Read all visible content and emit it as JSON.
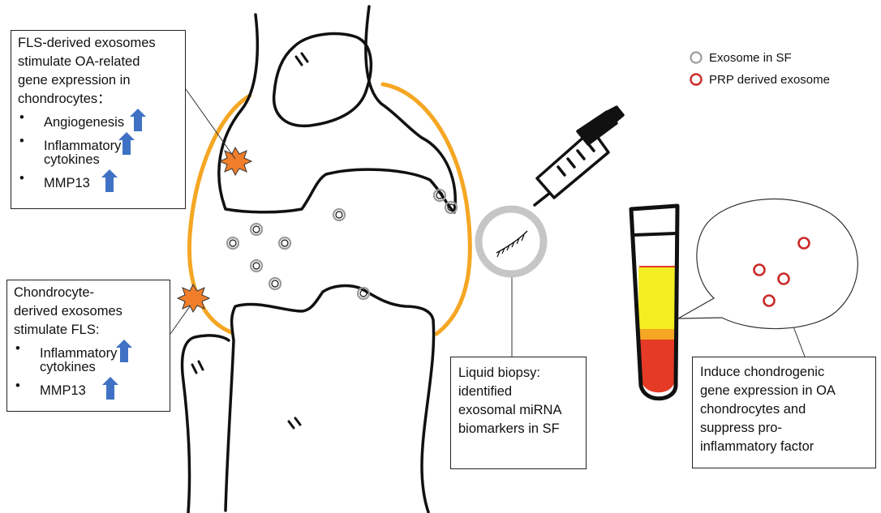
{
  "legend": [
    {
      "label": "Exosome in SF",
      "color": "#9a9a9a"
    },
    {
      "label": "PRP derived exosome",
      "color": "#cc2a2a"
    }
  ],
  "boxes": {
    "fls": {
      "title_lines": [
        "FLS-derived exosomes",
        "stimulate OA-related",
        "gene expression in",
        "chondrocytes："
      ],
      "items": [
        {
          "lines": [
            "Angiogenesis"
          ]
        },
        {
          "lines": [
            "Inflammatory",
            "cytokines"
          ]
        },
        {
          "lines": [
            "MMP13"
          ]
        }
      ]
    },
    "chondro": {
      "title_lines": [
        "Chondrocyte-",
        "derived exosomes",
        "stimulate FLS:"
      ],
      "items": [
        {
          "lines": [
            "Inflammatory",
            "cytokines"
          ]
        },
        {
          "lines": [
            "MMP13"
          ]
        }
      ]
    },
    "biopsy": {
      "lines": [
        "Liquid biopsy:",
        "identified",
        "exosomal miRNA",
        "biomarkers  in SF"
      ]
    },
    "prp": {
      "lines": [
        "Induce chondrogenic",
        "gene expression in OA",
        "chondrocytes and",
        "suppress pro-",
        "inflammatory factor"
      ]
    }
  },
  "colors": {
    "synovium": "#f5a623",
    "arrow": "#3f72c4",
    "starburst": "#f07e2a",
    "prp_yellow": "#f2ee22",
    "prp_orange": "#f5a623",
    "prp_red": "#e53a26",
    "exosome_sf": "#9a9a9a",
    "exosome_prp": "#cc2a2a"
  },
  "icons": [
    "syringe-icon",
    "test-tube-icon",
    "up-arrow-icon",
    "starburst-icon",
    "magnifier-icon",
    "exosome-icon"
  ]
}
